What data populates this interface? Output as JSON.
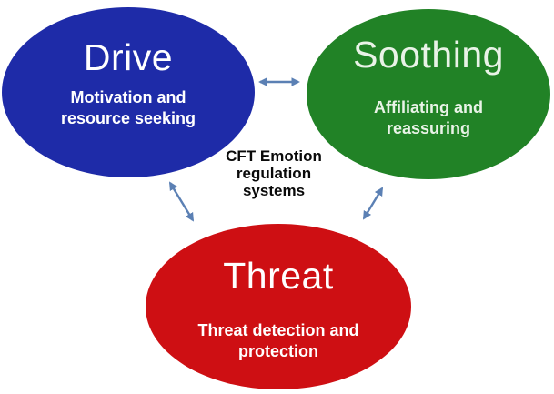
{
  "diagram": {
    "center_label": {
      "line1": "CFT Emotion",
      "line2": "regulation",
      "line3": "systems"
    },
    "nodes": {
      "drive": {
        "title": "Drive",
        "subtitle_line1": "Motivation and",
        "subtitle_line2": "resource seeking",
        "color": "#1e2ba8"
      },
      "soothing": {
        "title": "Soothing",
        "subtitle_line1": "Affiliating and",
        "subtitle_line2": "reassuring",
        "color": "#218226"
      },
      "threat": {
        "title": "Threat",
        "subtitle_line1": "Threat detection and",
        "subtitle_line2": "protection",
        "color": "#ce0f13"
      }
    },
    "arrow_color": "#5b80b4",
    "background_color": "#ffffff"
  }
}
